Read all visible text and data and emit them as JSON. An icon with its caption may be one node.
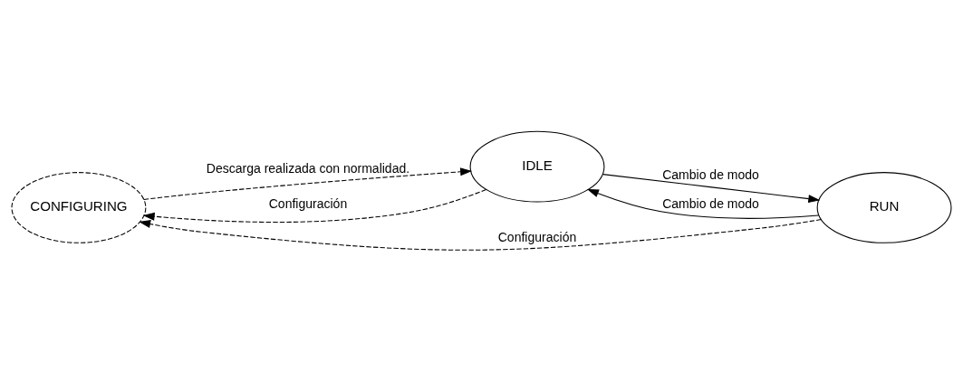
{
  "diagram": {
    "nodes": [
      {
        "text": [
          "CONFIGURING"
        ]
      },
      {
        "text": [
          "IDLE"
        ]
      },
      {
        "text": [
          "RUN"
        ]
      }
    ],
    "edges": [
      {
        "from": 2,
        "to": 0,
        "arrow": "to",
        "label": "Configuración",
        "style": "dashed"
      },
      {
        "from": 1,
        "to": 0,
        "arrow": "to",
        "label": "Configuración",
        "style": "dashed"
      },
      {
        "from": 1,
        "to": 2,
        "arrow": "to",
        "label": "Cambio de modo"
      },
      {
        "from": 2,
        "to": 1,
        "arrow": "to",
        "label": "Cambio de modo"
      },
      {
        "from": 0,
        "to": 1,
        "arrow": "to",
        "label": "Descarga realizada con normalidad.",
        "style": "dashed"
      }
    ]
  }
}
